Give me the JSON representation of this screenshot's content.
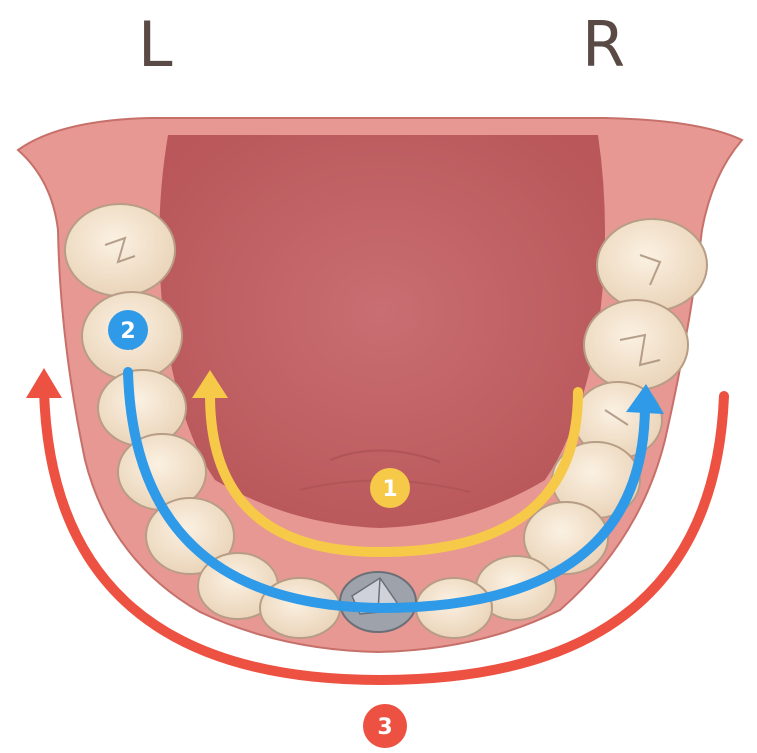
{
  "labels": {
    "left": "L",
    "right": "R"
  },
  "steps": [
    {
      "number": "1",
      "color": "#f7c948"
    },
    {
      "number": "2",
      "color": "#2f9ae8"
    },
    {
      "number": "3",
      "color": "#ec5142"
    }
  ],
  "colors": {
    "gum": "#e8948c",
    "tongue": "#d06e6c",
    "tooth": "#f6e7d2",
    "tooth_edge": "#b79d85",
    "metal_crown": "#9ea3ab"
  }
}
